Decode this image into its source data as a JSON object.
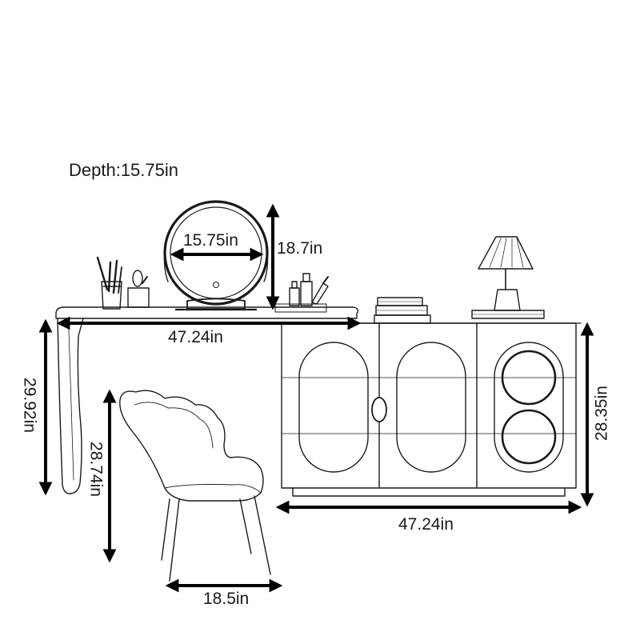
{
  "diagram": {
    "depth_label": "Depth:15.75in",
    "dimensions": {
      "mirror_width": "15.75in",
      "mirror_height": "18.7in",
      "desk_width": "47.24in",
      "desk_height": "29.92in",
      "cabinet_height": "28.35in",
      "cabinet_width": "47.24in",
      "chair_height": "28.74in",
      "chair_width": "18.5in"
    },
    "icons": [
      "mirror-icon",
      "brush-cup-icon",
      "cosmetics-icon",
      "lamp-icon",
      "books-icon",
      "chair-icon",
      "desk-icon",
      "cabinet-icon"
    ]
  },
  "colors": {
    "line": "#1a1a1a",
    "arrow": "#000000",
    "background": "#ffffff"
  }
}
